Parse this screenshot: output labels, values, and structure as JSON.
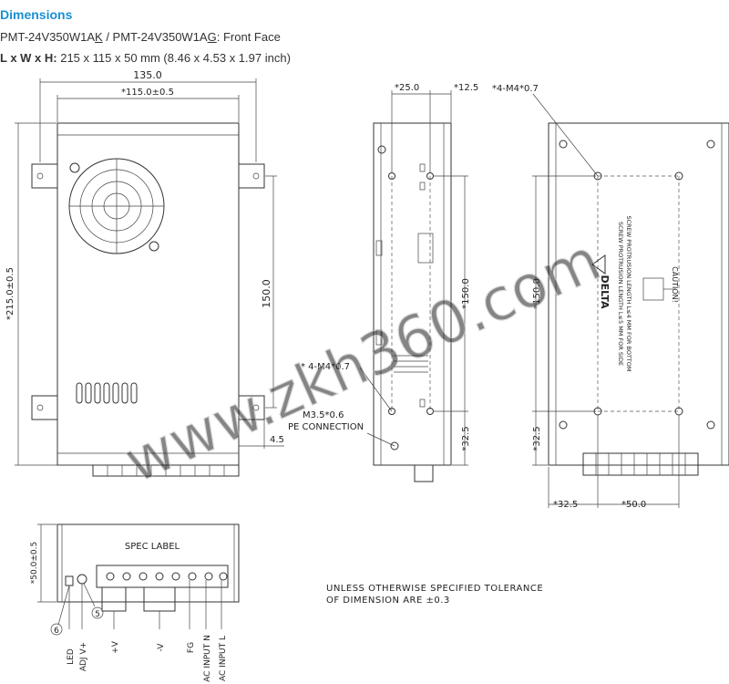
{
  "header": {
    "title": "Dimensions",
    "subtitle_prefix": "PMT-24V350W1A",
    "subtitle_k": "K",
    "subtitle_mid": " / PMT-24V350W1A",
    "subtitle_g": "G",
    "subtitle_suffix": ": Front Face",
    "dims_label": "L x W x H:",
    "dims_value": " 215 x 115 x 50 mm (8.46 x 4.53 x 1.97 inch)"
  },
  "front_view": {
    "dim_overall_width": "135.0",
    "dim_inner_width": "*115.0±0.5",
    "dim_height": "*215.0±0.5",
    "dim_mount": "150.0",
    "dim_side": "4.5"
  },
  "side_view": {
    "dim_25": "*25.0",
    "dim_12_5": "*12.5",
    "dim_150": "*150.0",
    "dim_32_5": "*32.5",
    "screw_note": "* 4-M4*0.7",
    "pe_line1": "M3.5*0.6",
    "pe_line2": "PE CONNECTION"
  },
  "bottom_view": {
    "screw_note": "*4-M4*0.7",
    "dim_150": "*150.0",
    "dim_32_5_v": "*32.5",
    "dim_32_5_h": "*32.5",
    "dim_50": "*50.0",
    "caution_title": "CAUTION!",
    "caution_line1": "SCREW PROTRUSION LENGTH L≤4 MM FOR BOTTOM",
    "caution_line2": "SCREW PROTRUSION LENGTH L≤5 MM FOR SIDE",
    "brand": "DELTA"
  },
  "terminal_view": {
    "spec_label": "SPEC LABEL",
    "dim_height": "*50.0±0.5",
    "callout_6": "6",
    "callout_5": "5",
    "labels": [
      "LED",
      "ADJ V+",
      "+V",
      "-V",
      "FG",
      "AC INPUT N",
      "AC INPUT L"
    ]
  },
  "tolerance_note": {
    "line1": "UNLESS OTHERWISE SPECIFIED TOLERANCE",
    "line2": "OF DIMENSION ARE ±0.3"
  },
  "watermark": "www.zkh360.com"
}
